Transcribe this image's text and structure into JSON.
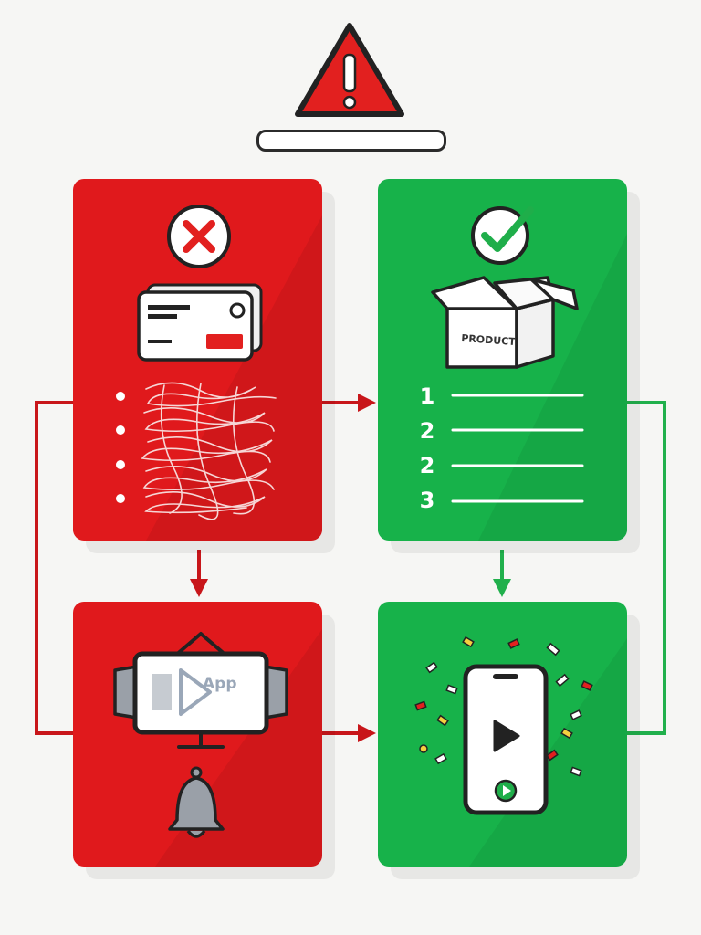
{
  "colors": {
    "background": "#f6f6f4",
    "red_panel": "#e0191c",
    "green_panel": "#17b24a",
    "red_arrow": "#c8161a",
    "green_arrow": "#21b04c",
    "warning_red": "#e2201f",
    "outline": "#2b2b2b"
  },
  "icons": {
    "header": "warning-triangle-icon",
    "red_top_status": "x-mark-icon",
    "green_top_status": "check-mark-icon",
    "red_top_main": "credit-card-icon",
    "green_top_main": "open-box-icon",
    "red_bottom_main": "billboard-screen-icon",
    "red_bottom_secondary": "bell-icon",
    "green_bottom_main": "smartphone-play-icon",
    "green_bottom_secondary": "confetti-icon"
  },
  "labels": {
    "box": "PRODUCT",
    "app": "App"
  },
  "steps": [
    "1",
    "2",
    "2",
    "3"
  ]
}
